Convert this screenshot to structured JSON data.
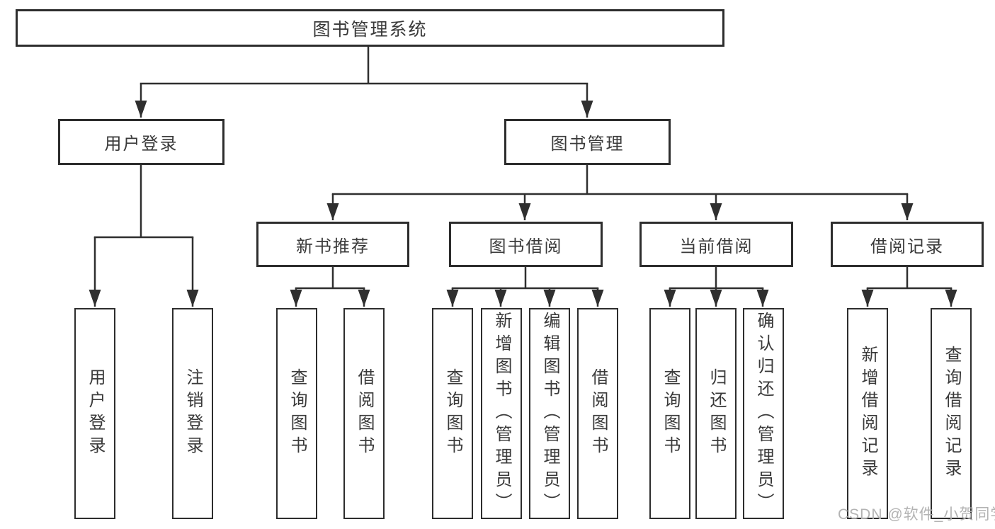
{
  "diagram": {
    "root": {
      "label": "图书管理系统"
    },
    "branches": [
      {
        "label": "用户登录",
        "children": [
          {
            "label": "用户登录"
          },
          {
            "label": "注销登录"
          }
        ]
      },
      {
        "label": "图书管理",
        "children": [
          {
            "label": "新书推荐",
            "children": [
              {
                "label": "查询图书"
              },
              {
                "label": "借阅图书"
              }
            ]
          },
          {
            "label": "图书借阅",
            "children": [
              {
                "label": "查询图书"
              },
              {
                "label": "新增图书（管理员）"
              },
              {
                "label": "编辑图书（管理员）"
              },
              {
                "label": "借阅图书"
              }
            ]
          },
          {
            "label": "当前借阅",
            "children": [
              {
                "label": "查询图书"
              },
              {
                "label": "归还图书"
              },
              {
                "label": "确认归还（管理员）"
              }
            ]
          },
          {
            "label": "借阅记录",
            "children": [
              {
                "label": "新增借阅记录"
              },
              {
                "label": "查询借阅记录"
              }
            ]
          }
        ]
      }
    ]
  },
  "watermark": {
    "text": "CSDN @软件_小贺同学"
  },
  "colors": {
    "line": "#2f2f2f",
    "box_border": "#2d2d2d",
    "text": "#3a3a3a",
    "watermark": "#b3b3b3",
    "background": "#ffffff"
  }
}
